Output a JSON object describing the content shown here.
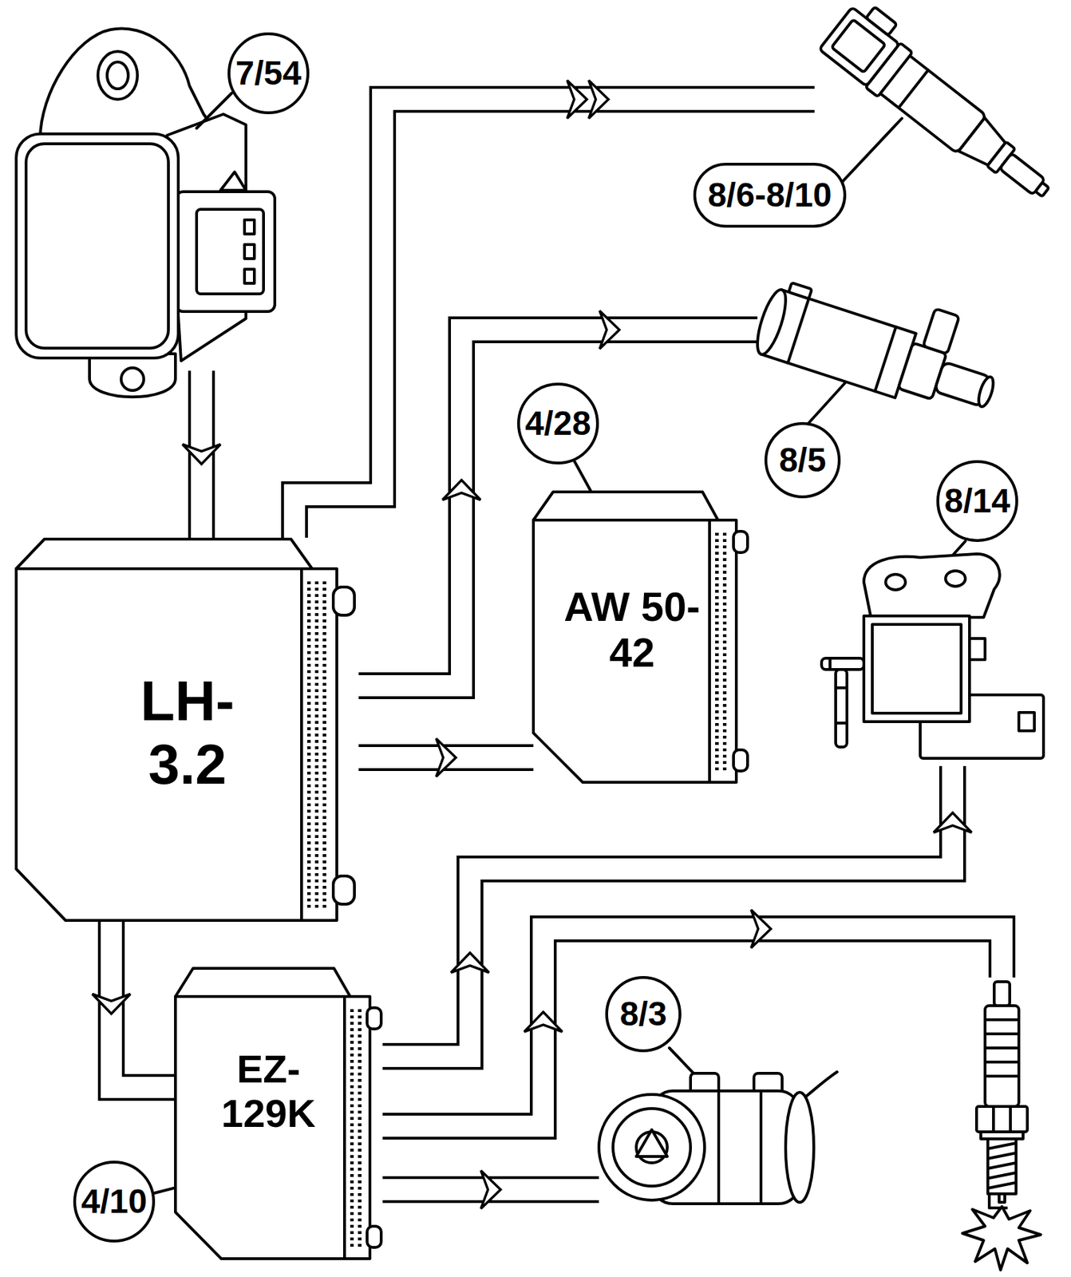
{
  "diagram": {
    "nodes": [
      {
        "text": [
          "7/54"
        ]
      },
      {
        "text": [
          "8/6-8/10"
        ]
      },
      {
        "text": [
          "8/5"
        ]
      },
      {
        "text": [
          "4/28",
          "AW 50-42"
        ]
      },
      {
        "text": [
          "8/14"
        ]
      },
      {
        "text": [
          "LH- 3.2"
        ]
      },
      {
        "text": [
          "EZ- 129K",
          "4/10"
        ]
      },
      {
        "text": [
          "8/3"
        ]
      }
    ],
    "edges": [
      {
        "from": 0,
        "to": 5,
        "arrow": "to"
      },
      {
        "from": 5,
        "to": 1,
        "arrow": "to"
      },
      {
        "from": 5,
        "to": 2,
        "arrow": "to"
      },
      {
        "from": 5,
        "to": 3,
        "arrow": "to"
      },
      {
        "from": 5,
        "to": 6,
        "arrow": "to"
      },
      {
        "from": 6,
        "to": 4,
        "arrow": "to"
      },
      {
        "from": 6,
        "to": 7,
        "arrow": "to"
      }
    ]
  }
}
